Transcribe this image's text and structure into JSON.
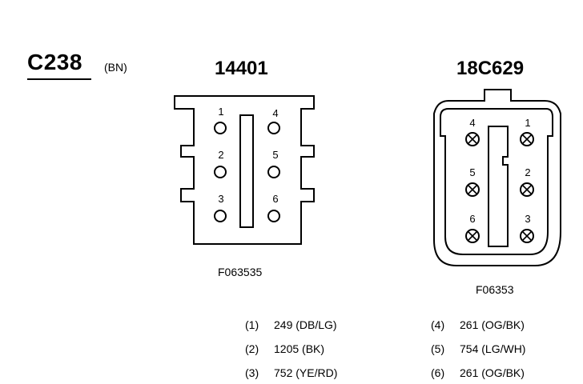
{
  "connector": {
    "id": "C238",
    "color_code": "(BN)"
  },
  "left_connector": {
    "part_number": "14401",
    "figure_id": "F063535",
    "pins": [
      "1",
      "2",
      "3",
      "4",
      "5",
      "6"
    ]
  },
  "right_connector": {
    "part_number": "18C629",
    "figure_id": "F06353",
    "pins": [
      "4",
      "1",
      "5",
      "2",
      "6",
      "3"
    ]
  },
  "circuits": [
    {
      "pin": "(1)",
      "circuit": "249 (DB/LG)"
    },
    {
      "pin": "(2)",
      "circuit": "1205 (BK)"
    },
    {
      "pin": "(3)",
      "circuit": "752 (YE/RD)"
    },
    {
      "pin": "(4)",
      "circuit": "261 (OG/BK)"
    },
    {
      "pin": "(5)",
      "circuit": "754 (LG/WH)"
    },
    {
      "pin": "(6)",
      "circuit": "261 (OG/BK)"
    }
  ]
}
